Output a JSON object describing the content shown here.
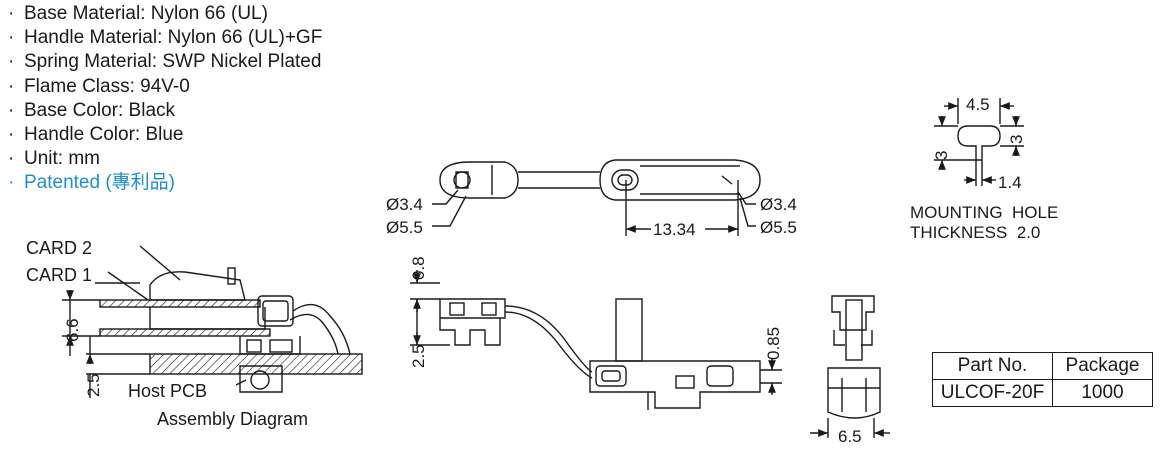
{
  "specs": [
    {
      "bullet": "·",
      "text": "Base Material: Nylon 66 (UL)"
    },
    {
      "bullet": "·",
      "text": "Handle Material: Nylon 66 (UL)+GF"
    },
    {
      "bullet": "·",
      "text": "Spring Material: SWP Nickel Plated"
    },
    {
      "bullet": "·",
      "text": "Flame Class: 94V-0"
    },
    {
      "bullet": "·",
      "text": "Base Color: Black"
    },
    {
      "bullet": "·",
      "text": "Handle Color: Blue"
    },
    {
      "bullet": "·",
      "text": "Unit: mm"
    },
    {
      "bullet": "·",
      "text": "Patented (專利品)",
      "accent": true
    }
  ],
  "colors": {
    "accent": "#1d8fcf",
    "line": "#1a1a1a"
  },
  "assembly": {
    "card2": "CARD 2",
    "card1": "CARD 1",
    "dim_card_gap": "6.6",
    "dim_pcb": "2.5",
    "host_pcb": "Host PCB",
    "caption": "Assembly Diagram"
  },
  "top_view": {
    "left_hole": "Ø3.4",
    "left_outer": "Ø5.5",
    "right_hole": "Ø3.4",
    "right_outer": "Ø5.5",
    "span": "13.34"
  },
  "side_view": {
    "dim_top": "0.8",
    "dim_mid": "2.5",
    "dim_right": "0.85"
  },
  "end_view": {
    "width": "6.5"
  },
  "mounting": {
    "width": "4.5",
    "height_left": "3",
    "height_right": "3",
    "slot": "1.4",
    "caption_line1": "MOUNTING  HOLE",
    "caption_line2": "THICKNESS  2.0"
  },
  "table": {
    "headers": [
      "Part No.",
      "Package"
    ],
    "rows": [
      [
        "ULCOF-20F",
        "1000"
      ]
    ]
  }
}
